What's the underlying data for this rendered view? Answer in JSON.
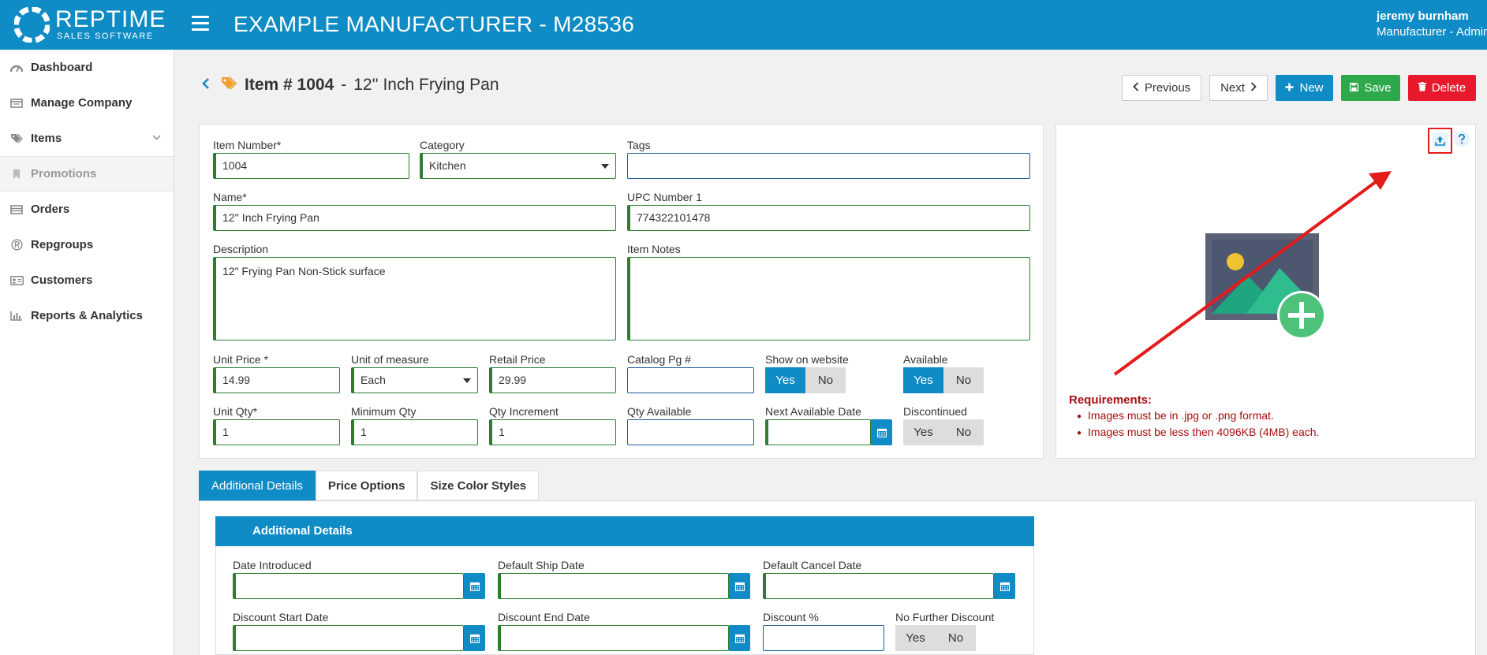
{
  "header": {
    "brand": "REPTIME",
    "brand_sub": "SALES SOFTWARE",
    "title": "EXAMPLE MANUFACTURER - M28536",
    "user_name": "jeremy burnham",
    "user_role": "Manufacturer - Admin"
  },
  "sidebar": {
    "items": [
      {
        "label": "Dashboard",
        "icon": "dashboard-icon"
      },
      {
        "label": "Manage Company",
        "icon": "company-icon"
      },
      {
        "label": "Items",
        "icon": "tags-icon"
      },
      {
        "label": "Promotions",
        "icon": "bookmark-icon"
      },
      {
        "label": "Orders",
        "icon": "orders-icon"
      },
      {
        "label": "Repgroups",
        "icon": "registered-icon"
      },
      {
        "label": "Customers",
        "icon": "id-card-icon"
      },
      {
        "label": "Reports & Analytics",
        "icon": "bar-chart-icon"
      }
    ]
  },
  "page": {
    "item_label": "Item # 1004",
    "dash": "-",
    "item_name": "12'' Inch Frying Pan"
  },
  "toolbar": {
    "previous": "Previous",
    "next": "Next",
    "new": "New",
    "save": "Save",
    "delete": "Delete"
  },
  "form": {
    "item_number": {
      "label": "Item Number*",
      "value": "1004"
    },
    "category": {
      "label": "Category",
      "value": "Kitchen"
    },
    "tags": {
      "label": "Tags",
      "value": ""
    },
    "name": {
      "label": "Name*",
      "value": "12'' Inch Frying Pan"
    },
    "upc": {
      "label": "UPC Number 1",
      "value": "774322101478"
    },
    "description": {
      "label": "Description",
      "value": "12\" Frying Pan Non-Stick surface"
    },
    "item_notes": {
      "label": "Item Notes",
      "value": ""
    },
    "unit_price": {
      "label": "Unit Price *",
      "value": "14.99"
    },
    "unit_of_measure": {
      "label": "Unit of measure",
      "value": "Each"
    },
    "retail_price": {
      "label": "Retail Price",
      "value": "29.99"
    },
    "catalog_pg": {
      "label": "Catalog Pg #",
      "value": ""
    },
    "show_on_website": {
      "label": "Show on website",
      "yes": "Yes",
      "no": "No",
      "selected": "Yes"
    },
    "available": {
      "label": "Available",
      "yes": "Yes",
      "no": "No",
      "selected": "Yes"
    },
    "unit_qty": {
      "label": "Unit Qty*",
      "value": "1"
    },
    "minimum_qty": {
      "label": "Minimum Qty",
      "value": "1"
    },
    "qty_increment": {
      "label": "Qty Increment",
      "value": "1"
    },
    "qty_available": {
      "label": "Qty Available",
      "value": ""
    },
    "next_available_date": {
      "label": "Next Available Date",
      "value": ""
    },
    "discontinued": {
      "label": "Discontinued",
      "yes": "Yes",
      "no": "No",
      "selected": ""
    }
  },
  "image_panel": {
    "requirements_title": "Requirements:",
    "requirements": [
      "Images must be in .jpg or .png format.",
      "Images must be less then 4096KB (4MB) each."
    ]
  },
  "tabs": [
    "Additional Details",
    "Price Options",
    "Size Color Styles"
  ],
  "details": {
    "title": "Additional Details",
    "date_introduced": "Date Introduced",
    "default_ship_date": "Default Ship Date",
    "default_cancel_date": "Default Cancel Date",
    "discount_start_date": "Discount Start Date",
    "discount_end_date": "Discount End Date",
    "discount_pct": "Discount %",
    "no_further_discount": {
      "label": "No Further Discount",
      "yes": "Yes",
      "no": "No"
    }
  },
  "colors": {
    "primary": "#0f8bc6",
    "success": "#2da84a",
    "danger": "#e8192c",
    "annotation": "#e31b1b",
    "requirement_text": "#a50e0e"
  }
}
